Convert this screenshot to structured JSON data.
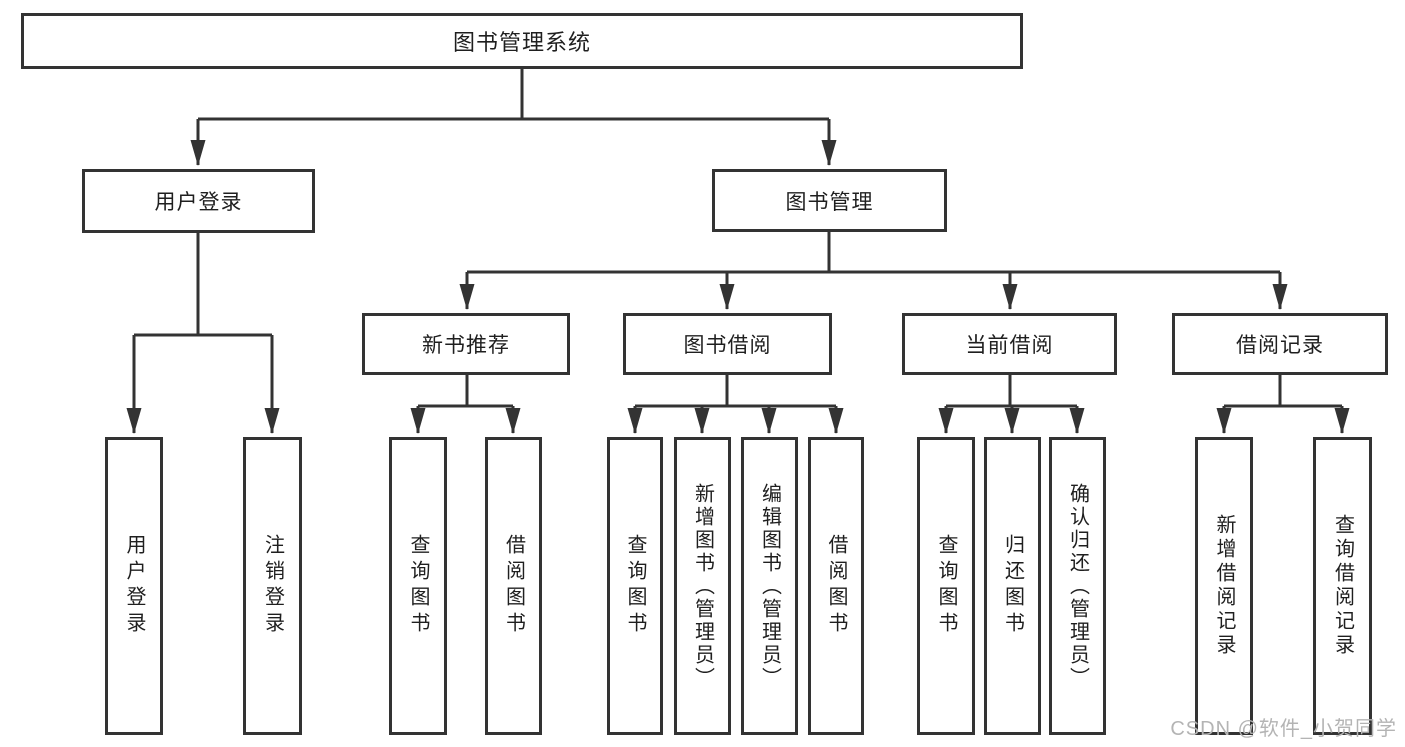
{
  "nodes": {
    "root": "图书管理系统",
    "user_login": "用户登录",
    "book_mgmt": "图书管理",
    "new_book_rec": "新书推荐",
    "book_borrow": "图书借阅",
    "current_borrow": "当前借阅",
    "borrow_records": "借阅记录",
    "ul_login": "用户登录",
    "ul_logout": "注销登录",
    "nb_query": "查询图书",
    "nb_borrow": "借阅图书",
    "bb_query": "查询图书",
    "bb_add": "新增图书（管理员）",
    "bb_edit": "编辑图书（管理员）",
    "bb_borrow": "借阅图书",
    "cb_query": "查询图书",
    "cb_return": "归还图书",
    "cb_confirm": "确认归还（管理员）",
    "br_add": "新增借阅记录",
    "br_query": "查询借阅记录"
  },
  "watermark": "CSDN @软件_小贺同学",
  "colors": {
    "line": "#333333",
    "box_border": "#333333",
    "text": "#1f1f1f",
    "background": "#ffffff",
    "watermark": "#b4b4b4"
  }
}
